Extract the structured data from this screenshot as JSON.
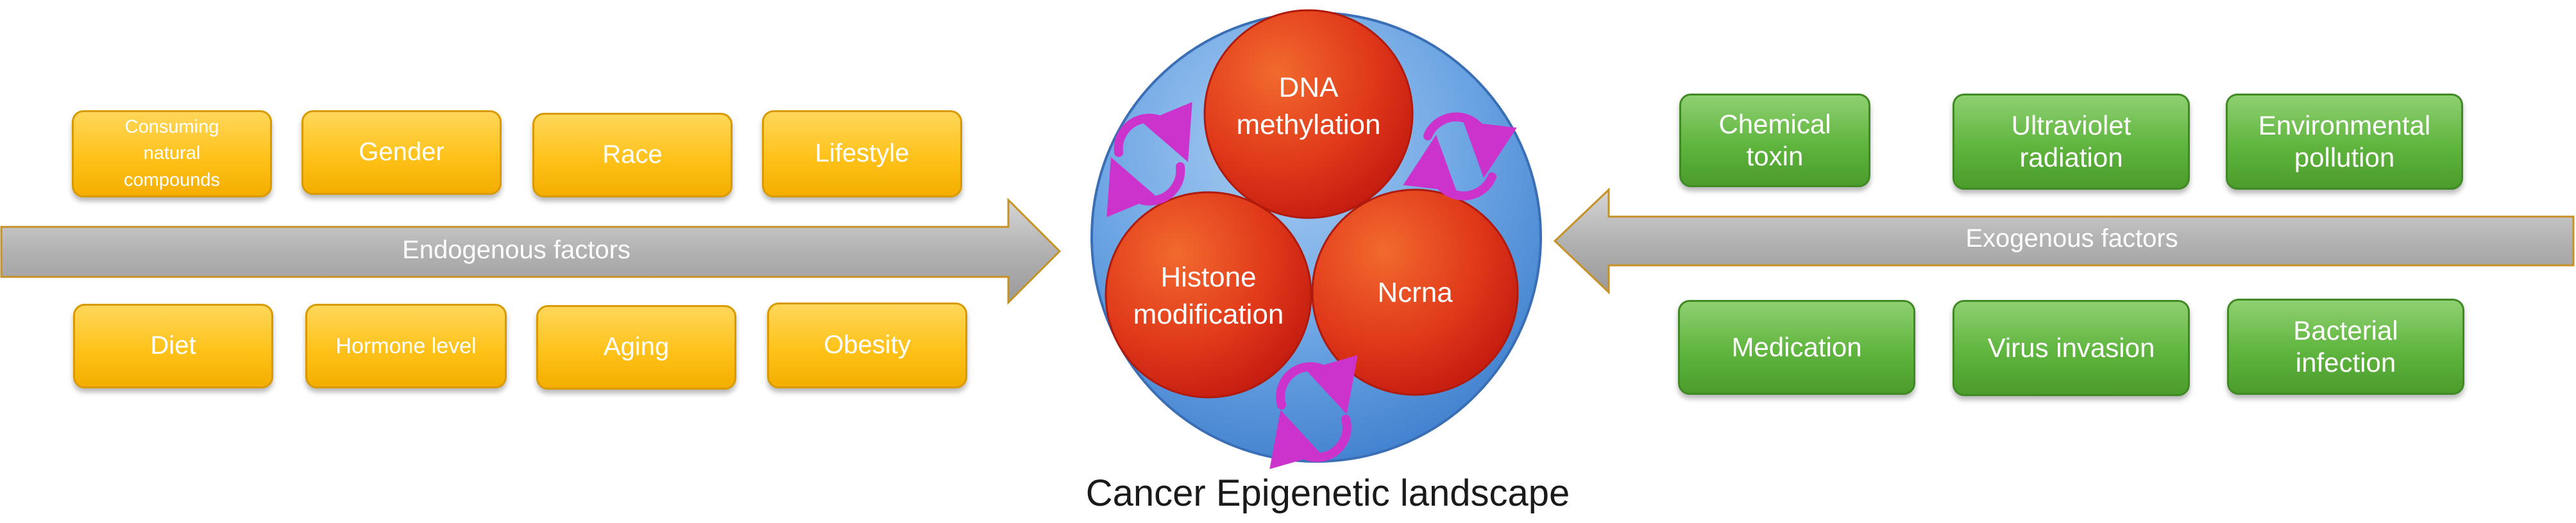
{
  "title": "Cancer Epigenetic landscape",
  "colors": {
    "yellow": "#ffc21a",
    "green": "#5fb53e",
    "arrow": "#b8b8b8",
    "outer_circle": "#4f8fd8",
    "inner_circle": "#e53a13",
    "cycle_arrows": "#cc33cc"
  },
  "endogenous": {
    "label": "Endogenous factors",
    "top_row": [
      {
        "lines": [
          "Consuming",
          "natural",
          "compounds"
        ]
      },
      {
        "lines": [
          "Gender"
        ]
      },
      {
        "lines": [
          "Race"
        ]
      },
      {
        "lines": [
          "Lifestyle"
        ]
      }
    ],
    "bottom_row": [
      {
        "lines": [
          "Diet"
        ]
      },
      {
        "lines": [
          "Hormone level"
        ]
      },
      {
        "lines": [
          "Aging"
        ]
      },
      {
        "lines": [
          "Obesity"
        ]
      }
    ]
  },
  "exogenous": {
    "label": "Exogenous factors",
    "top_row": [
      {
        "lines": [
          "Chemical toxin"
        ]
      },
      {
        "lines": [
          "Ultraviolet",
          "radiation"
        ]
      },
      {
        "lines": [
          "Environmental",
          "pollution"
        ]
      }
    ],
    "bottom_row": [
      {
        "lines": [
          "Medication"
        ]
      },
      {
        "lines": [
          "Virus invasion"
        ]
      },
      {
        "lines": [
          "Bacterial",
          "infection"
        ]
      }
    ]
  },
  "mechanisms": [
    {
      "lines": [
        "DNA",
        "methylation"
      ]
    },
    {
      "lines": [
        "Histone",
        "modification"
      ]
    },
    {
      "lines": [
        "Ncrna"
      ]
    }
  ],
  "cycle_icons": [
    "cycle-arrows-icon-left",
    "cycle-arrows-icon-right",
    "cycle-arrows-icon-bottom"
  ]
}
